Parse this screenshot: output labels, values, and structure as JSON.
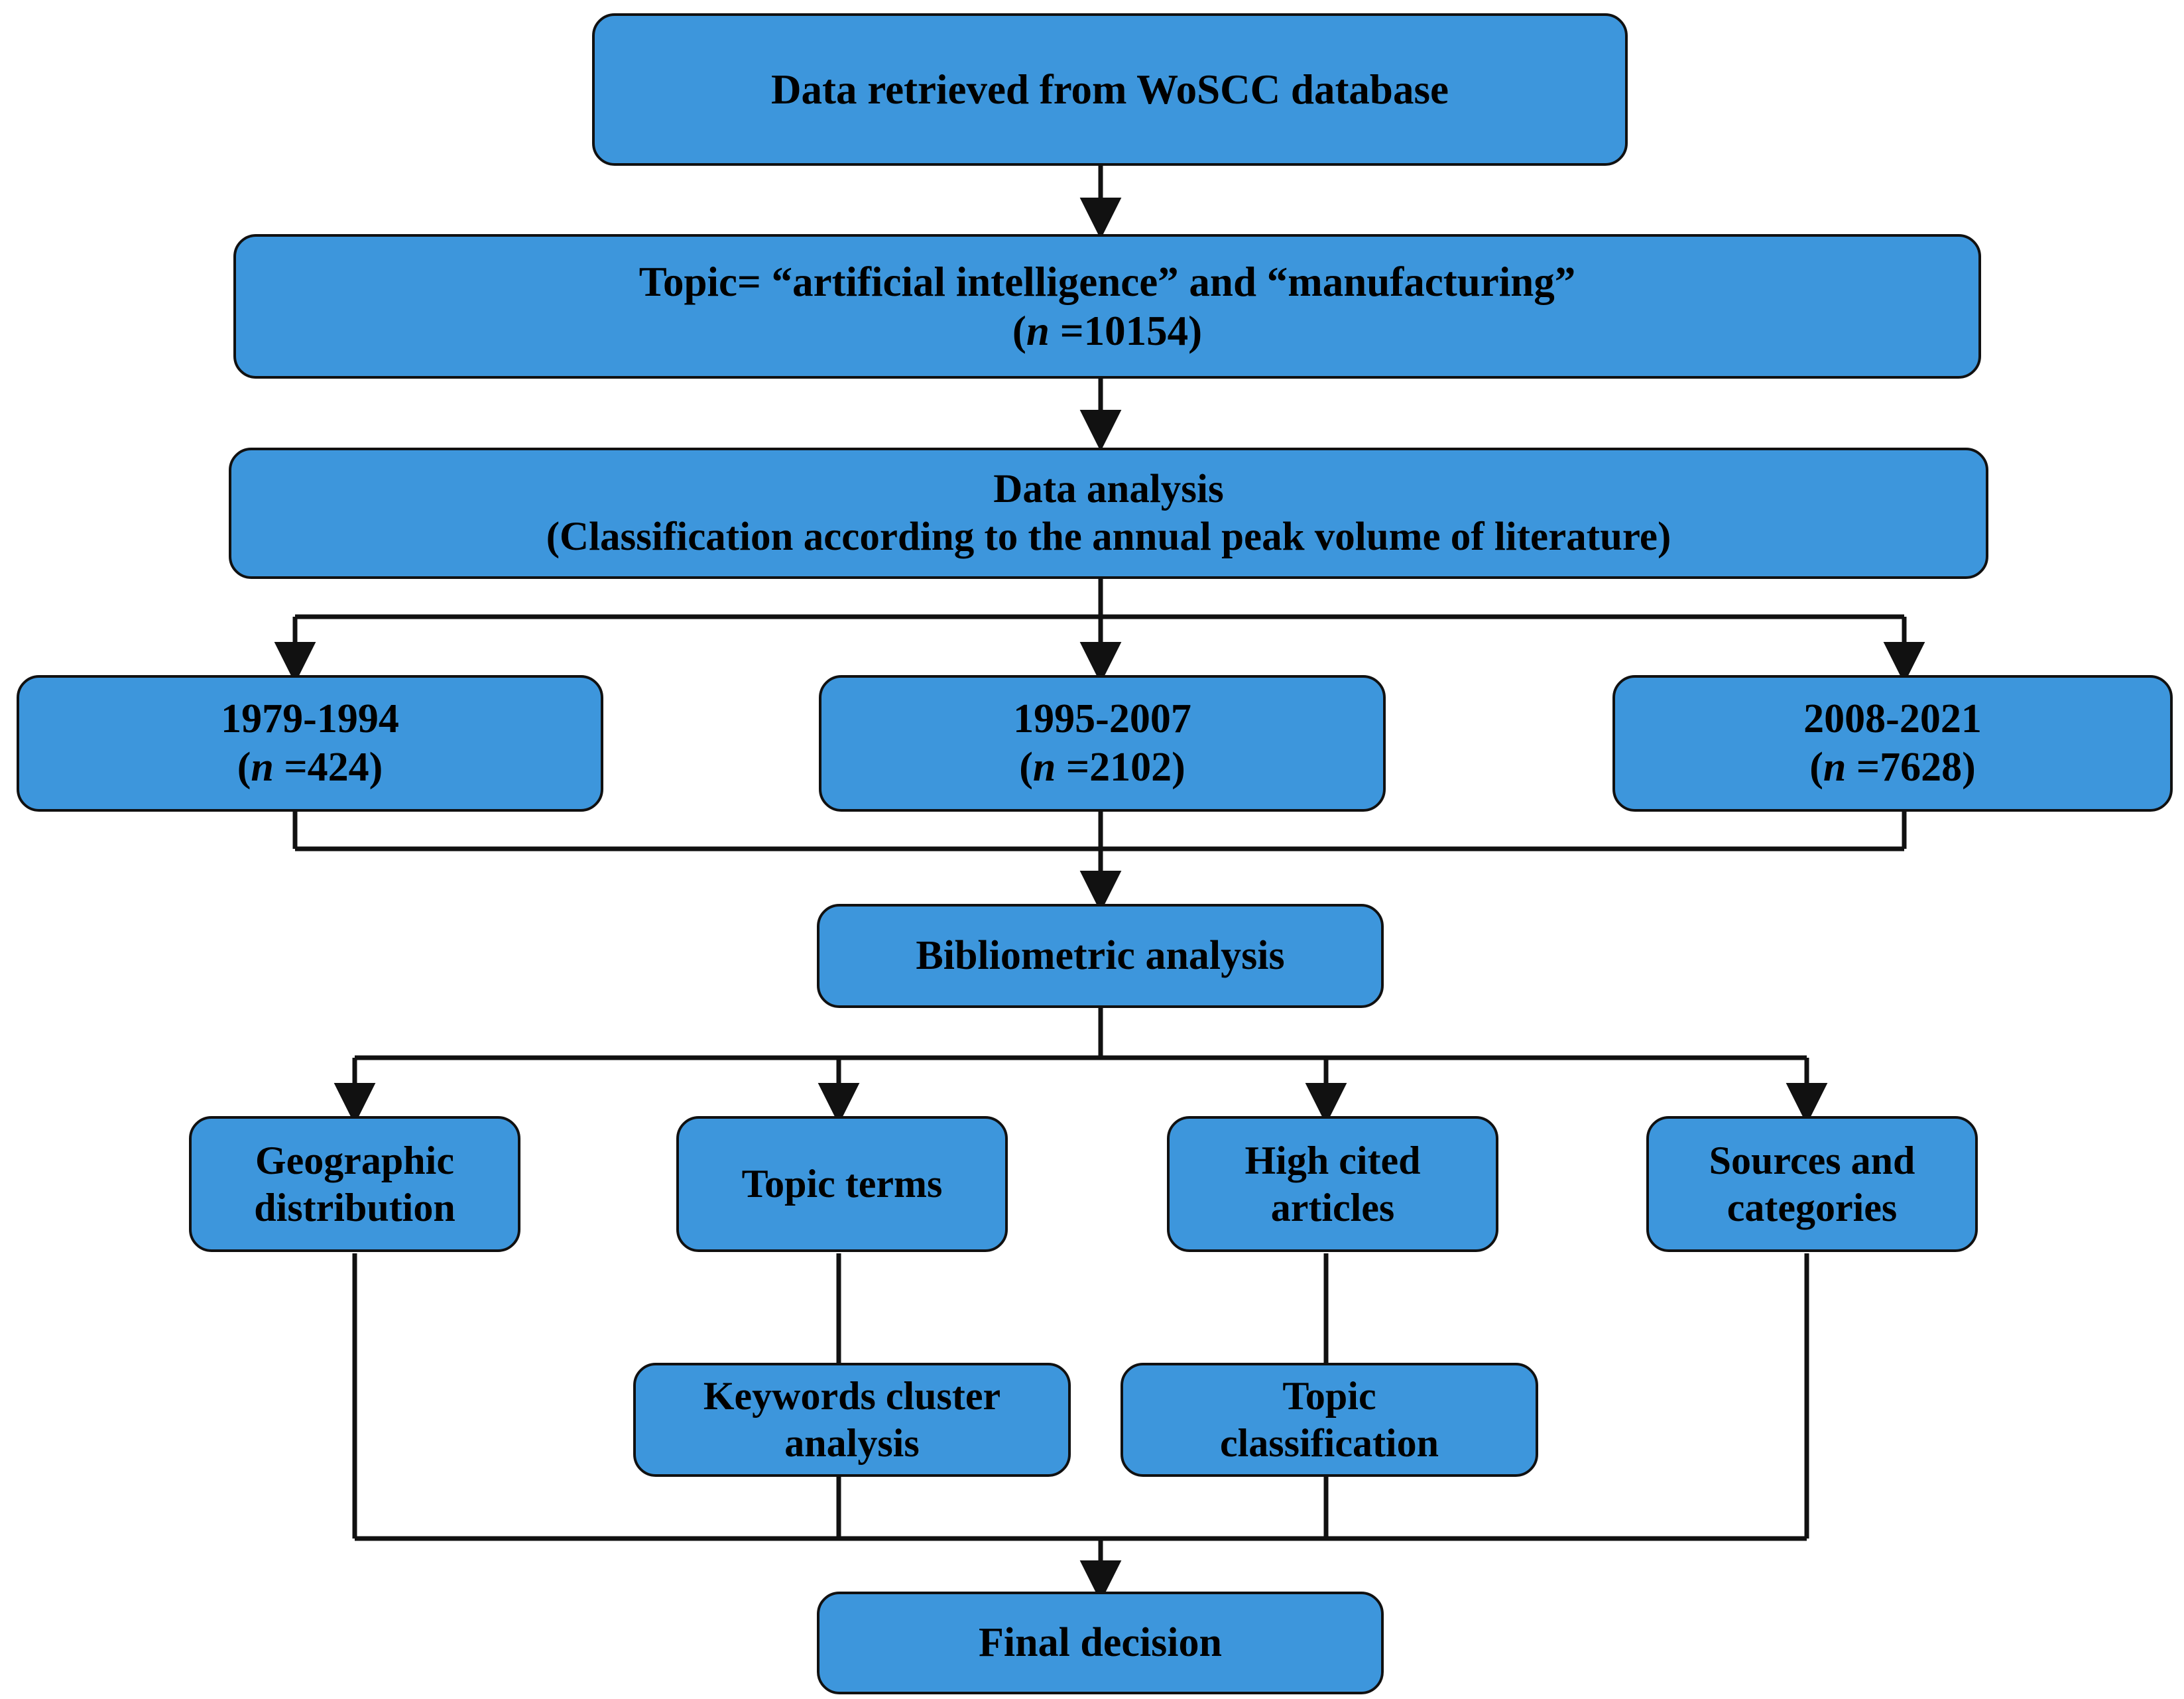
{
  "diagram": {
    "title": "Bibliometric analysis flowchart",
    "colors": {
      "box_fill": "#3D96DC",
      "box_border": "#111111",
      "text": "#000000",
      "background": "#FFFFFF"
    },
    "nodes": [
      {
        "id": "source",
        "label": "Data retrieved from WoSCC database"
      },
      {
        "id": "topic",
        "label": "Topic= “artificial intelligence” and “manufacturing”\n(n =10154)"
      },
      {
        "id": "analysis",
        "label": "Data analysis\n(Classification according to  the annual peak volume of literature)"
      },
      {
        "id": "period1",
        "label": "1979-1994\n(n =424)"
      },
      {
        "id": "period2",
        "label": "1995-2007\n(n =2102)"
      },
      {
        "id": "period3",
        "label": "2008-2021\n(n =7628)"
      },
      {
        "id": "biblio",
        "label": "Bibliometric analysis"
      },
      {
        "id": "geo",
        "label": "Geographic\ndistribution"
      },
      {
        "id": "terms",
        "label": "Topic terms"
      },
      {
        "id": "highcited",
        "label": "High cited\narticles"
      },
      {
        "id": "sources",
        "label": "Sources and\ncategories"
      },
      {
        "id": "keywords",
        "label": "Keywords cluster\nanalysis"
      },
      {
        "id": "topicclass",
        "label": "Topic\nclassification"
      },
      {
        "id": "final",
        "label": "Final decision"
      }
    ],
    "edges": [
      {
        "from": "source",
        "to": "topic"
      },
      {
        "from": "topic",
        "to": "analysis"
      },
      {
        "from": "analysis",
        "to": "period1"
      },
      {
        "from": "analysis",
        "to": "period2"
      },
      {
        "from": "analysis",
        "to": "period3"
      },
      {
        "from": "period1",
        "to": "biblio"
      },
      {
        "from": "period2",
        "to": "biblio"
      },
      {
        "from": "period3",
        "to": "biblio"
      },
      {
        "from": "biblio",
        "to": "geo"
      },
      {
        "from": "biblio",
        "to": "terms"
      },
      {
        "from": "biblio",
        "to": "highcited"
      },
      {
        "from": "biblio",
        "to": "sources"
      },
      {
        "from": "terms",
        "to": "keywords"
      },
      {
        "from": "highcited",
        "to": "topicclass"
      },
      {
        "from": "geo",
        "to": "final"
      },
      {
        "from": "keywords",
        "to": "final"
      },
      {
        "from": "topicclass",
        "to": "final"
      },
      {
        "from": "sources",
        "to": "final"
      }
    ]
  }
}
